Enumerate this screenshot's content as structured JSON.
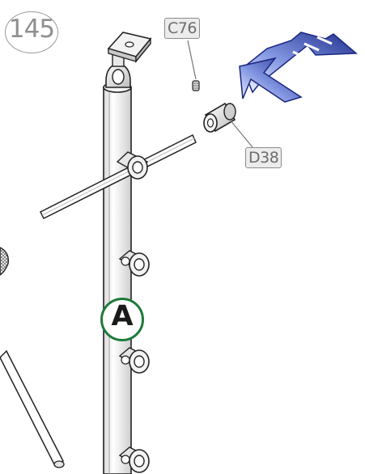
{
  "step": {
    "number": "145"
  },
  "parts": {
    "c76": {
      "label": "C76"
    },
    "d38": {
      "label": "D38"
    }
  },
  "assembly": {
    "letter": "A",
    "badge_color": "#1f7a3a"
  },
  "colors": {
    "arrow_blue": "#2a3f9e",
    "arrow_light": "#dfe6ff",
    "line": "#222222",
    "label_bg": "#ececec",
    "label_border": "#8c8c8c"
  }
}
